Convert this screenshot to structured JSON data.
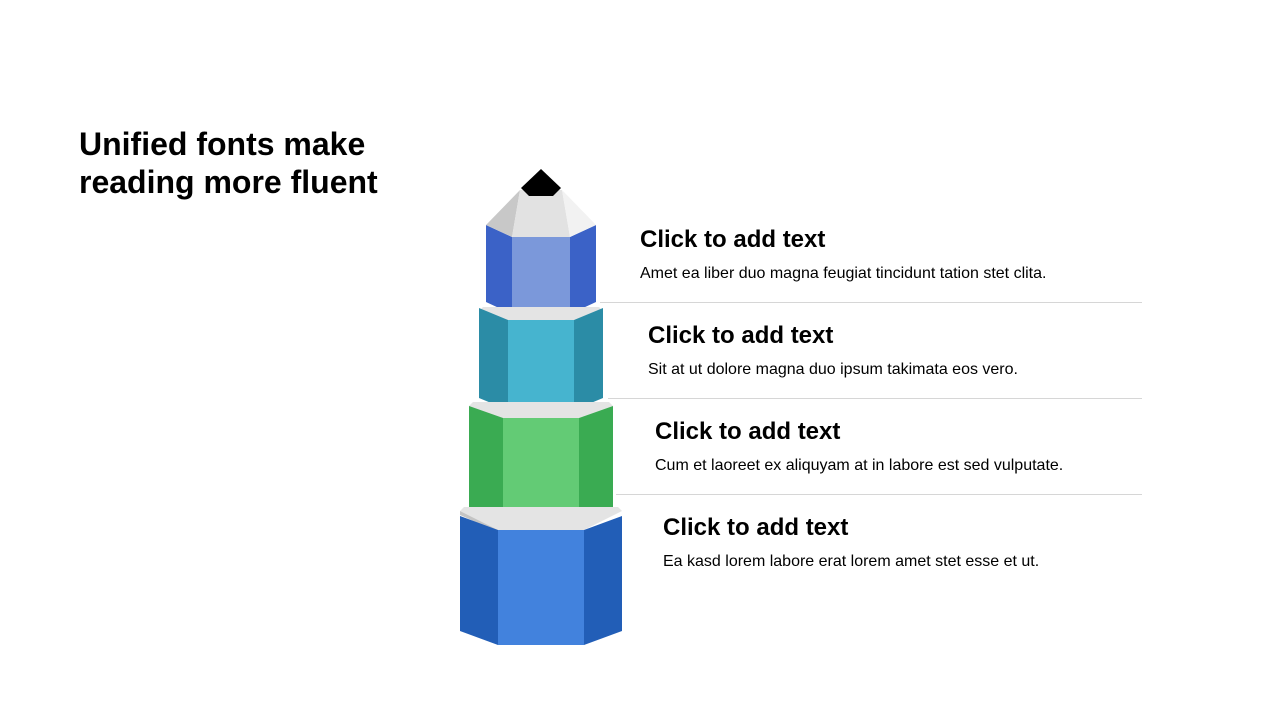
{
  "slide": {
    "title": "Unified fonts make reading more fluent"
  },
  "diagram": {
    "items": [
      {
        "heading": "Click to add text",
        "body": "Amet ea liber duo magna feugiat tincidunt tation stet clita.",
        "colors": {
          "side": "#3b62c7",
          "front": "#7b98da"
        }
      },
      {
        "heading": "Click to add text",
        "body": "Sit at ut dolore magna duo ipsum takimata eos vero.",
        "colors": {
          "side": "#2b8ca6",
          "front": "#46b4cf"
        }
      },
      {
        "heading": "Click to add text",
        "body": "Cum et laoreet ex aliquyam at in labore est sed vulputate.",
        "colors": {
          "side": "#3aab52",
          "front": "#63cb75"
        }
      },
      {
        "heading": "Click to add text",
        "body": "Ea kasd lorem labore erat lorem amet stet esse et ut.",
        "colors": {
          "side": "#225eb7",
          "front": "#4282dd"
        }
      }
    ],
    "tip_colors": {
      "lead": "#000000",
      "wood_light": "#e2e2e2",
      "wood_mid": "#c8c8c8",
      "wood_bright": "#f2f2f2"
    },
    "ledge_colors": {
      "dark": "#c4c4c4",
      "light": "#e4e4e4"
    }
  }
}
